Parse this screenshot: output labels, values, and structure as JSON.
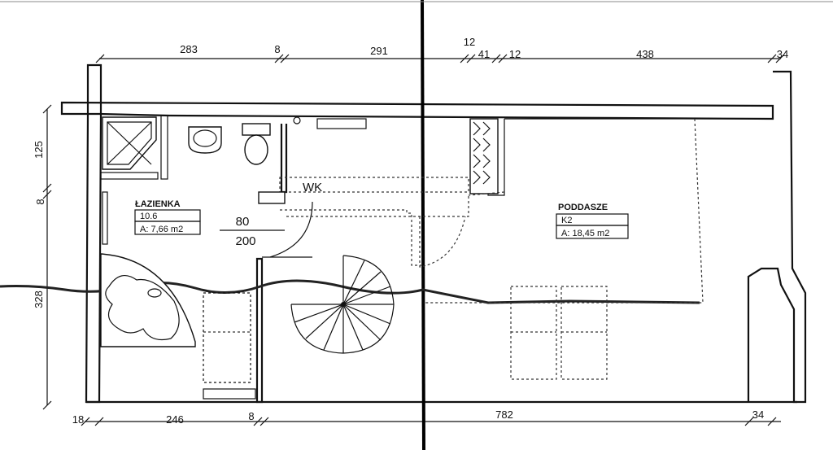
{
  "dimensions": {
    "top": [
      "283",
      "8",
      "291",
      "12",
      "41",
      "12",
      "438",
      "34"
    ],
    "bottom": [
      "18",
      "246",
      "8",
      "782",
      "34"
    ],
    "left": [
      "125",
      "8",
      "328"
    ]
  },
  "rooms": {
    "bathroom": {
      "name": "ŁAZIENKA",
      "number": "10.6",
      "area": "A: 7,66 m2"
    },
    "attic": {
      "name": "PODDASZE",
      "number": "K2",
      "area": "A: 18,45 m2"
    }
  },
  "labels": {
    "wk": "WK",
    "door_width": "80",
    "door_height": "200"
  }
}
